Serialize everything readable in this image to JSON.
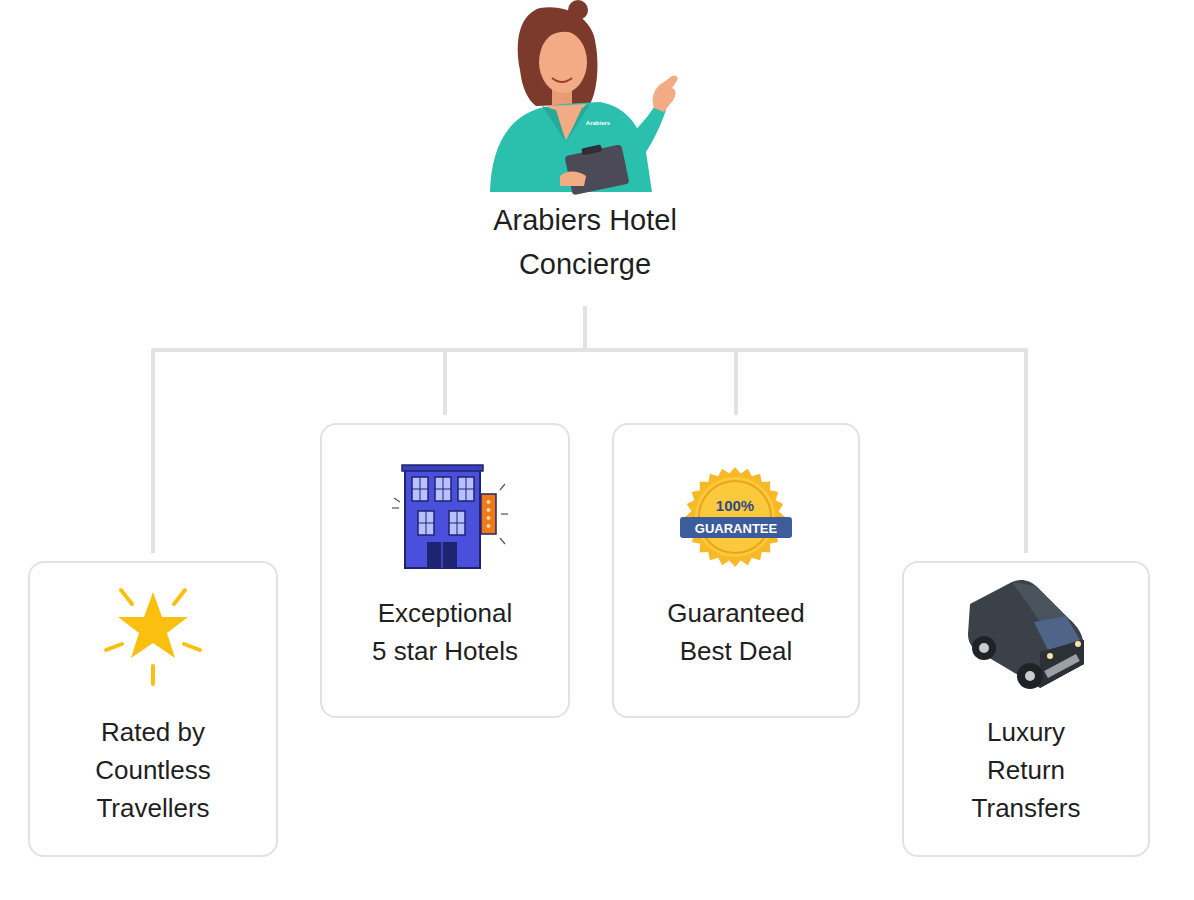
{
  "diagram": {
    "nodes": [
      {
        "text": [
          "Arabiers Hotel Concierge"
        ]
      },
      {
        "text": [
          "Rated by Countless Travellers"
        ]
      },
      {
        "text": [
          "Exceptional 5 star Hotels"
        ]
      },
      {
        "text": [
          "Guaranteed Best Deal"
        ]
      },
      {
        "text": [
          "Luxury Return Transfers"
        ]
      }
    ],
    "edges": [
      {
        "from": 0,
        "to": 1,
        "arrow": "none"
      },
      {
        "from": 0,
        "to": 2,
        "arrow": "none"
      },
      {
        "from": 0,
        "to": 3,
        "arrow": "none"
      },
      {
        "from": 0,
        "to": 4,
        "arrow": "none"
      }
    ],
    "labels": [
      "Arabiers",
      "100%",
      "GUARANTEE"
    ]
  }
}
